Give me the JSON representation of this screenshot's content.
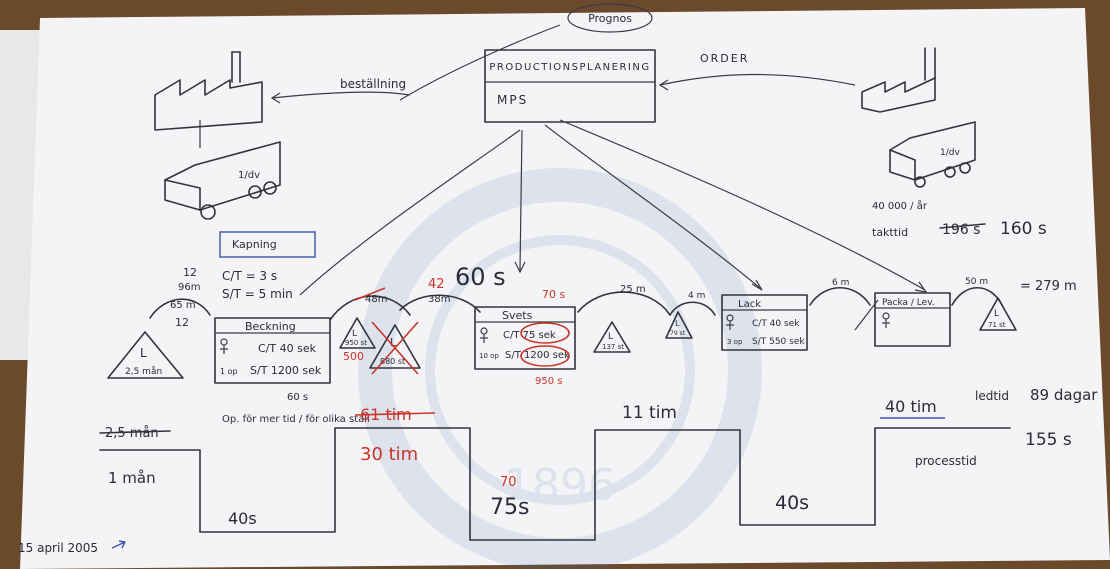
{
  "colors": {
    "paper": "#f4f4f6",
    "ink": "#2b2b3a",
    "red": "#c8352b",
    "blue": "#3a55a8",
    "table": "#6b4a2c"
  },
  "top": {
    "prognos": "Prognos",
    "planning": "PRODUCTIONSPLANERING",
    "mps": "MPS",
    "order": "ORDER",
    "bestallning": "beställning",
    "customer_demand": "40 000 / år",
    "takt_time": "takttid",
    "takt_old": "196 s",
    "takt_new": "160 s",
    "truck_supplier": "1/dv",
    "truck_customer": "1/dv"
  },
  "kapning": {
    "title": "Kapning",
    "ct": "C/T = 3 s",
    "st": "S/T = 5 min"
  },
  "distances": {
    "d1_top": "12",
    "d1_old": "96m",
    "d1_new": "65 m",
    "d1_bottom": "12",
    "d2_old": "48m",
    "d2_top": "42",
    "d2_new": "38m",
    "d3": "25 m",
    "d4": "4 m",
    "d5": "6 m",
    "d6": "50 m",
    "total": "= 279 m"
  },
  "inventories": {
    "i0": {
      "letter": "L",
      "value": "2,5 mån"
    },
    "i1": {
      "letter": "L",
      "value": "950 st",
      "red": "500"
    },
    "i2": {
      "letter": "L",
      "value": "880 st"
    },
    "i3": {
      "letter": "L",
      "value": "137 st"
    },
    "i4": {
      "letter": "L",
      "value": "79 st"
    },
    "i5": {
      "letter": "L",
      "value": "71 st"
    }
  },
  "processes": {
    "beckning": {
      "title": "Beckning",
      "ct": "C/T 40 sek",
      "st": "S/T 1200 sek",
      "op": "1 op"
    },
    "svets": {
      "title": "Svets",
      "ct": "C/T 75 sek",
      "st": "S/T 1200 sek",
      "op": "10 op"
    },
    "lack": {
      "title": "Lack",
      "ct": "C/T 40 sek",
      "st": "S/T 550 sek",
      "op": "3 op"
    },
    "packa": {
      "title": "Packa / Lev."
    }
  },
  "annotations": {
    "big_60": "60 s",
    "svets_red": "70 s",
    "svets_red_below": "950 s",
    "op_note": "Op. för mer tid / för olika ställ",
    "beckning_60s": "60 s"
  },
  "timeline": {
    "t1_old": "2,5 mån",
    "t1": "1 mån",
    "t2_old": "61 tim",
    "t2": "30 tim",
    "t3": "11 tim",
    "t4": "40 tim",
    "p1": "40s",
    "p2_red": "70",
    "p2": "75s",
    "p3": "40s",
    "processtid": "processtid",
    "ledtid_label": "ledtid",
    "ledtid_value": "89 dagar",
    "total_proc": "155 s"
  },
  "date": "15 april 2005",
  "watermark": "1896"
}
